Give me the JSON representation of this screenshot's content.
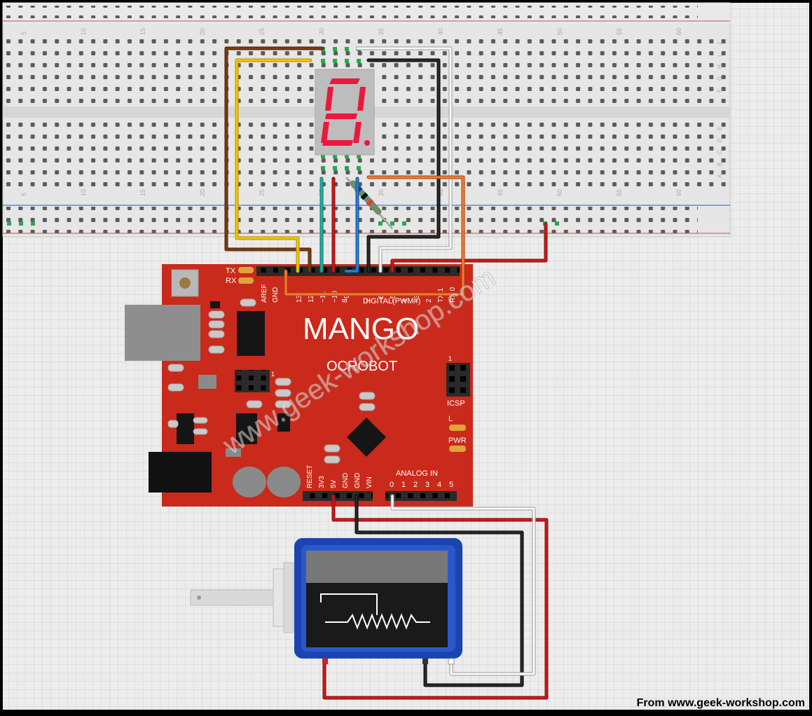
{
  "board": {
    "brand": "MANGO",
    "model": "OCROBOT",
    "tx": "TX",
    "rx": "RX",
    "digital_pins": [
      "AREF",
      "GND",
      "13",
      "12",
      "~11",
      "~10",
      "~9",
      "8",
      "7",
      "~6",
      "~5",
      "4",
      "~3",
      "2",
      "TX 1",
      "RX 0"
    ],
    "digital_title": "DIGITAL(PWM#)",
    "power_pins": [
      "RESET",
      "3V3",
      "5V",
      "GND",
      "GND",
      "VIN"
    ],
    "analog_title": "ANALOG IN",
    "analog_pins": [
      "0",
      "1",
      "2",
      "3",
      "4",
      "5"
    ],
    "icsp": "ICSP",
    "icsp_pin1": "1",
    "header_pin1": "1",
    "led_l": "L",
    "led_pwr": "PWR"
  },
  "breadboard": {
    "column_numbers": [
      "5",
      "10",
      "15",
      "20",
      "25",
      "30",
      "35",
      "40",
      "45",
      "50",
      "55",
      "60"
    ],
    "row_letters_top": [
      "J",
      "I",
      "H",
      "G",
      "F"
    ],
    "row_letters_bottom": [
      "E",
      "D",
      "C",
      "B",
      "A"
    ]
  },
  "seven_segment": {
    "digit": "8"
  },
  "watermark": "www.geek-workshop.com",
  "footer": "From www.geek-workshop.com",
  "colors": {
    "board": "#c72a1c",
    "wire_brown": "#7a3b12",
    "wire_yellow": "#f2c400",
    "wire_teal": "#1aa99a",
    "wire_red": "#cc1111",
    "wire_blue": "#2a7fd6",
    "wire_black": "#1a1a1a",
    "wire_white": "#f4f4f4",
    "wire_orange": "#f06a20",
    "segment": "#e8193c",
    "pot_blue": "#1a45b0"
  }
}
